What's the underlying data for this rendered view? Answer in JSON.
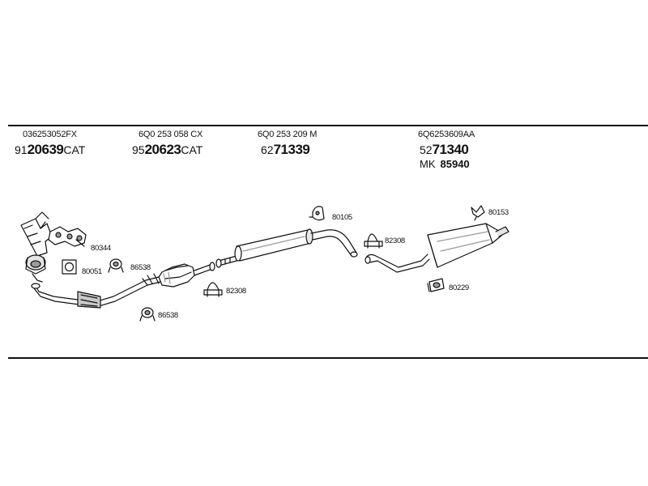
{
  "headers": [
    {
      "code": "036253052FX",
      "prefix": "91",
      "number": "20639",
      "suffix": "CAT"
    },
    {
      "code": "6Q0 253 058 CX",
      "prefix": "95",
      "number": "20623",
      "suffix": "CAT"
    },
    {
      "code": "6Q0 253 209 M",
      "prefix": "62",
      "number": "71339",
      "suffix": ""
    },
    {
      "code": "6Q6253609AA",
      "prefix": "52",
      "number": "71340",
      "suffix": ""
    }
  ],
  "mk": {
    "label": "MK",
    "number": "85940"
  },
  "parts": [
    {
      "id": "80344"
    },
    {
      "id": "80051"
    },
    {
      "id": "86538"
    },
    {
      "id": "86538"
    },
    {
      "id": "82308"
    },
    {
      "id": "80105"
    },
    {
      "id": "82308"
    },
    {
      "id": "80153"
    },
    {
      "id": "80229"
    }
  ],
  "colors": {
    "line": "#111111",
    "shade": "#9a9a9a",
    "background": "#ffffff"
  }
}
